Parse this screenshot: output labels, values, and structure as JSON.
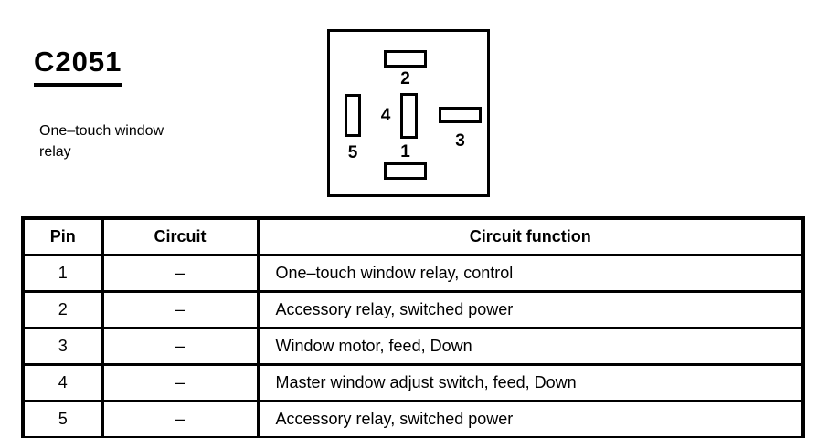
{
  "page": {
    "connector_id": "C2051",
    "connector_description": "One–touch window relay"
  },
  "connector_diagram": {
    "pins": [
      "1",
      "2",
      "3",
      "4",
      "5"
    ]
  },
  "pin_table": {
    "headers": {
      "pin": "Pin",
      "circuit": "Circuit",
      "function": "Circuit function"
    },
    "rows": [
      {
        "pin": "1",
        "circuit": "–",
        "function": "One–touch window relay, control"
      },
      {
        "pin": "2",
        "circuit": "–",
        "function": "Accessory relay, switched power"
      },
      {
        "pin": "3",
        "circuit": "–",
        "function": "Window motor, feed, Down"
      },
      {
        "pin": "4",
        "circuit": "–",
        "function": "Master window adjust switch, feed, Down"
      },
      {
        "pin": "5",
        "circuit": "–",
        "function": "Accessory relay, switched power"
      }
    ]
  },
  "colors": {
    "ink": "#000000",
    "paper": "#ffffff"
  }
}
